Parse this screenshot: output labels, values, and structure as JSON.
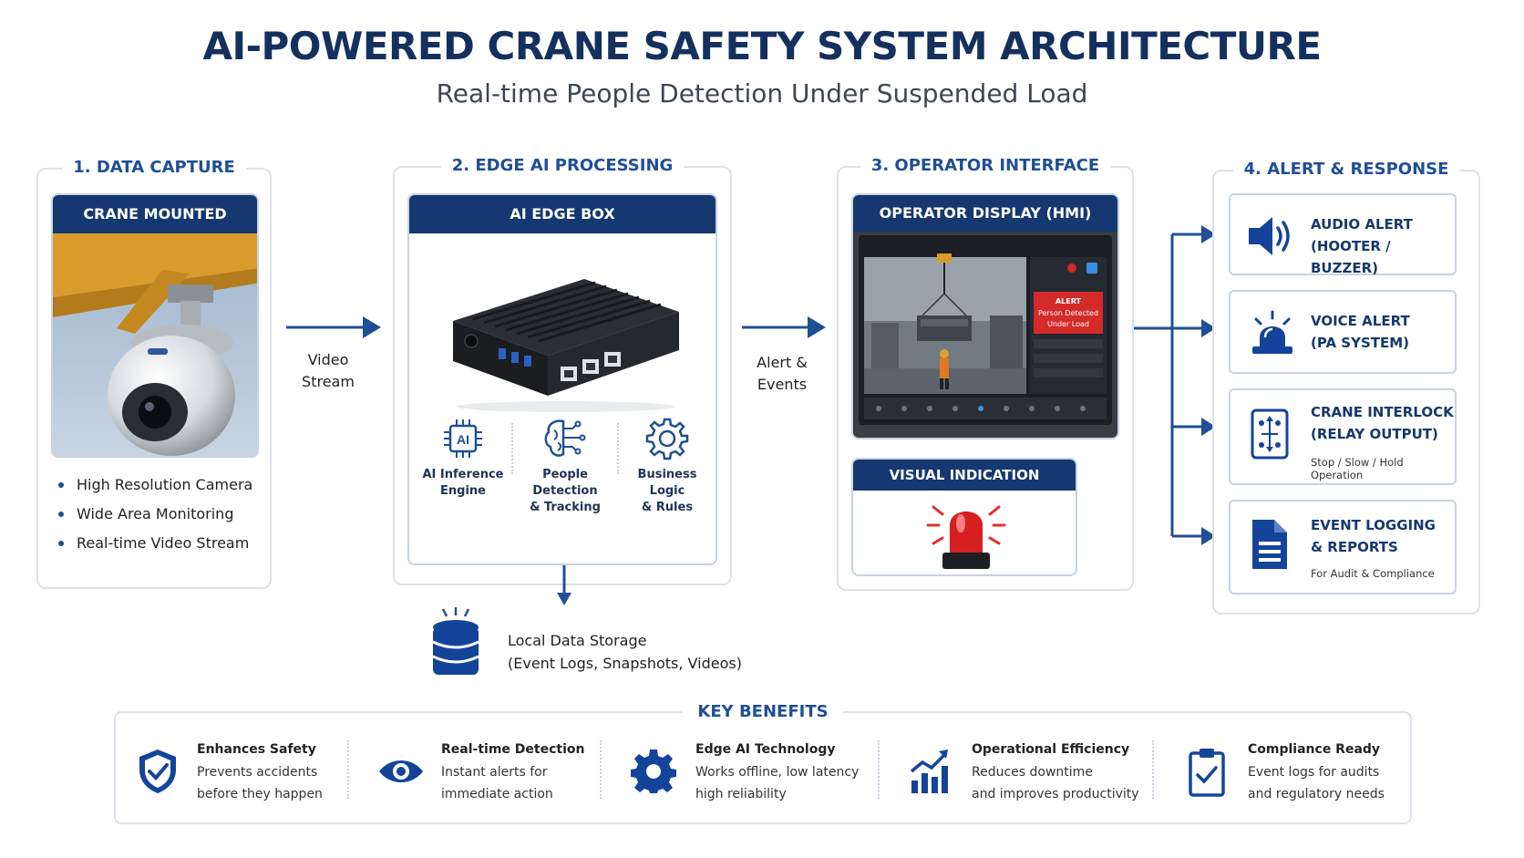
{
  "title": "AI-POWERED CRANE SAFETY SYSTEM ARCHITECTURE",
  "subtitle": "Real-time People Detection Under Suspended Load",
  "capture": {
    "heading": "1. DATA CAPTURE",
    "card_title": "CRANE MOUNTED CAMERA",
    "bullets": [
      "High Resolution Camera",
      "Wide Area Monitoring",
      "Real-time Video Stream"
    ]
  },
  "flow1": {
    "line1": "Video",
    "line2": "Stream"
  },
  "edge": {
    "heading": "2. EDGE AI PROCESSING",
    "card_title": "AI EDGE BOX",
    "ai_chip_text": "AI",
    "features": [
      {
        "line1": "AI Inference",
        "line2": "Engine",
        "icon": "ai-chip-icon"
      },
      {
        "line1": "People Detection",
        "line2": "& Tracking",
        "icon": "brain-icon"
      },
      {
        "line1": "Business Logic",
        "line2": "& Rules",
        "icon": "gear-icon"
      }
    ],
    "storage": {
      "line1": "Local Data Storage",
      "line2": "(Event Logs, Snapshots, Videos)"
    }
  },
  "flow2": {
    "line1": "Alert &",
    "line2": "Events"
  },
  "operator": {
    "heading": "3. OPERATOR INTERFACE",
    "card_title": "OPERATOR DISPLAY (HMI)",
    "screen_alert": {
      "line1": "ALERT",
      "line2": "Person Detected",
      "line3": "Under Load"
    },
    "visual_title": "VISUAL INDICATION"
  },
  "alerts": {
    "heading": "4. ALERT & RESPONSE",
    "items": [
      {
        "line1": "AUDIO ALERT",
        "line2": "(HOOTER / BUZZER)",
        "sub": "",
        "icon": "speaker-icon"
      },
      {
        "line1": "VOICE ALERT",
        "line2": "(PA SYSTEM)",
        "sub": "",
        "icon": "siren-icon"
      },
      {
        "line1": "CRANE INTERLOCK",
        "line2": "(RELAY OUTPUT)",
        "sub": "Stop / Slow / Hold Operation",
        "icon": "relay-icon"
      },
      {
        "line1": "EVENT LOGGING",
        "line2": "& REPORTS",
        "sub": "For Audit & Compliance",
        "icon": "document-icon"
      }
    ]
  },
  "benefits": {
    "heading": "KEY BENEFITS",
    "items": [
      {
        "title": "Enhances Safety",
        "line1": "Prevents accidents",
        "line2": "before they happen",
        "icon": "shield-icon"
      },
      {
        "title": "Real-time Detection",
        "line1": "Instant alerts for",
        "line2": "immediate action",
        "icon": "eye-icon"
      },
      {
        "title": "Edge AI Technology",
        "line1": "Works offline, low latency",
        "line2": "high reliability",
        "icon": "gear-icon"
      },
      {
        "title": "Operational Efficiency",
        "line1": "Reduces downtime",
        "line2": "and improves productivity",
        "icon": "growth-chart-icon"
      },
      {
        "title": "Compliance Ready",
        "line1": "Event logs for audits",
        "line2": "and regulatory needs",
        "icon": "clipboard-check-icon"
      }
    ]
  },
  "colors": {
    "navy": "#14386f",
    "accent": "#1f4f96",
    "alert_red": "#d42a2a",
    "border": "#c8d3e3"
  }
}
